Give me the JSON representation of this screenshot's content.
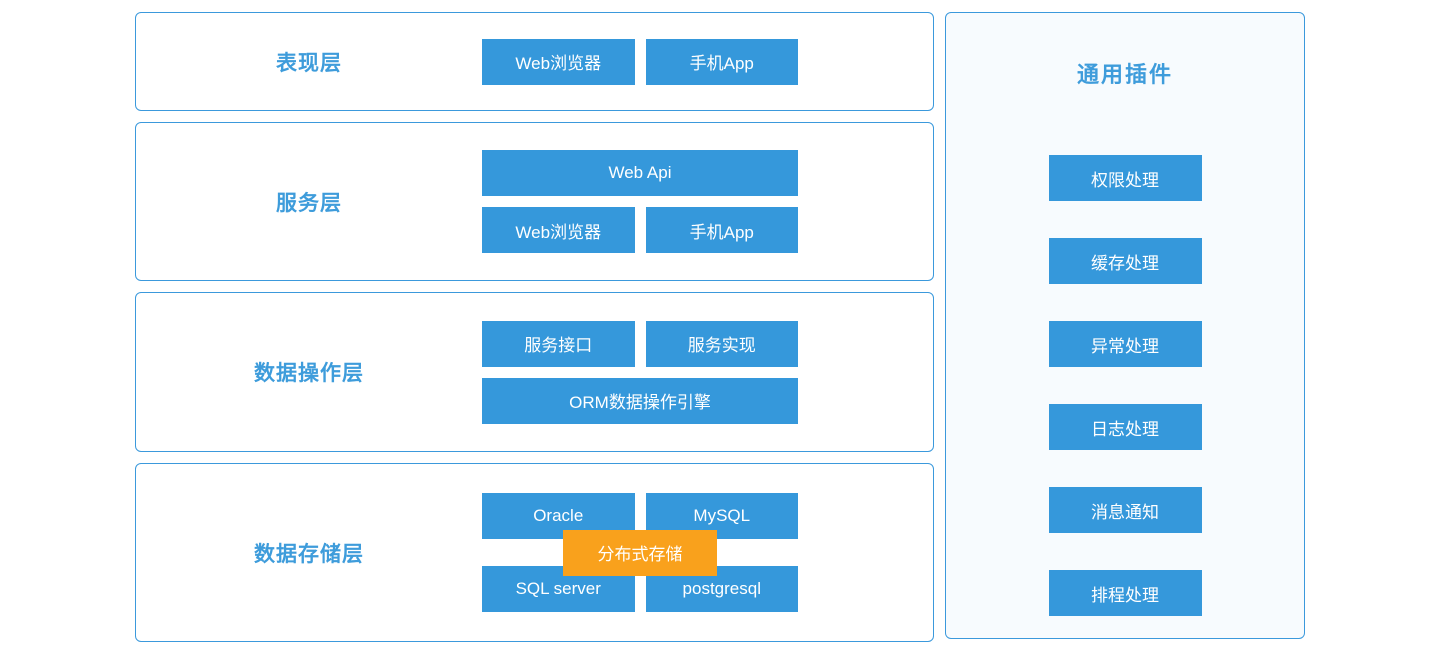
{
  "colors": {
    "node_blue": "#3598db",
    "border_blue": "#3b99dc",
    "title_blue": "#3e9cdb",
    "plugin_bg": "#f7fbfe",
    "overlay_orange": "#f9a11c",
    "node_text": "#ffffff"
  },
  "layers": [
    {
      "label": "表现层",
      "rows": [
        [
          "Web浏览器",
          "手机App"
        ]
      ]
    },
    {
      "label": "服务层",
      "rows": [
        [
          "Web Api"
        ],
        [
          "Web浏览器",
          "手机App"
        ]
      ]
    },
    {
      "label": "数据操作层",
      "rows": [
        [
          "服务接口",
          "服务实现"
        ],
        [
          "ORM数据操作引擎"
        ]
      ]
    },
    {
      "label": "数据存储层",
      "rows": [
        [
          "Oracle",
          "MySQL"
        ],
        [
          "SQL server",
          "postgresql"
        ]
      ],
      "overlay": "分布式存储"
    }
  ],
  "plugins": {
    "title": "通用插件",
    "items": [
      "权限处理",
      "缓存处理",
      "异常处理",
      "日志处理",
      "消息通知",
      "排程处理"
    ]
  }
}
